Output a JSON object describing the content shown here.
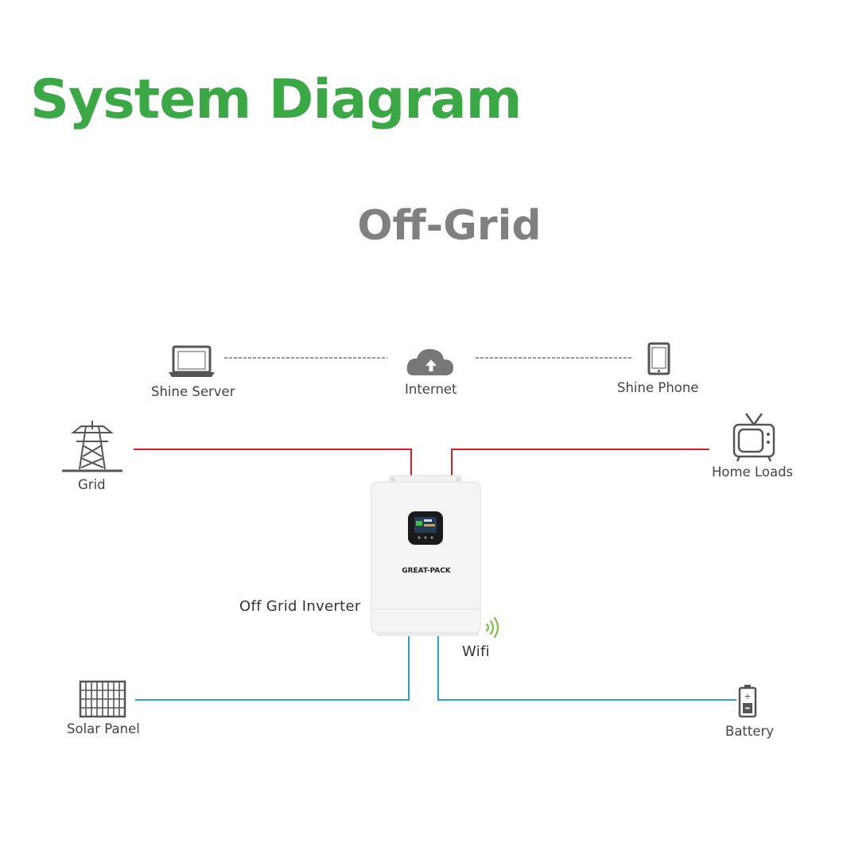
{
  "title": "System Diagram",
  "subtitle": "Off-Grid",
  "colors": {
    "title": "#3aa845",
    "subtitle": "#808080",
    "ac_line": "#d0202a",
    "dc_line": "#2aa3d6",
    "wifi": "#7ac143"
  },
  "nodes": {
    "shine_server": {
      "label": "Shine Server",
      "icon": "laptop-icon"
    },
    "internet": {
      "label": "Internet",
      "icon": "cloud-upload-icon"
    },
    "shine_phone": {
      "label": "Shine Phone",
      "icon": "smartphone-icon"
    },
    "grid": {
      "label": "Grid",
      "icon": "power-tower-icon"
    },
    "home_loads": {
      "label": "Home Loads",
      "icon": "tv-icon"
    },
    "inverter": {
      "label": "Off Grid Inverter",
      "brand": "GREAT-PACK",
      "icon": "inverter-icon"
    },
    "wifi": {
      "label": "Wifi",
      "icon": "wifi-icon"
    },
    "solar_panel": {
      "label": "Solar Panel",
      "icon": "solar-panel-icon"
    },
    "battery": {
      "label": "Battery",
      "icon": "battery-icon"
    }
  }
}
